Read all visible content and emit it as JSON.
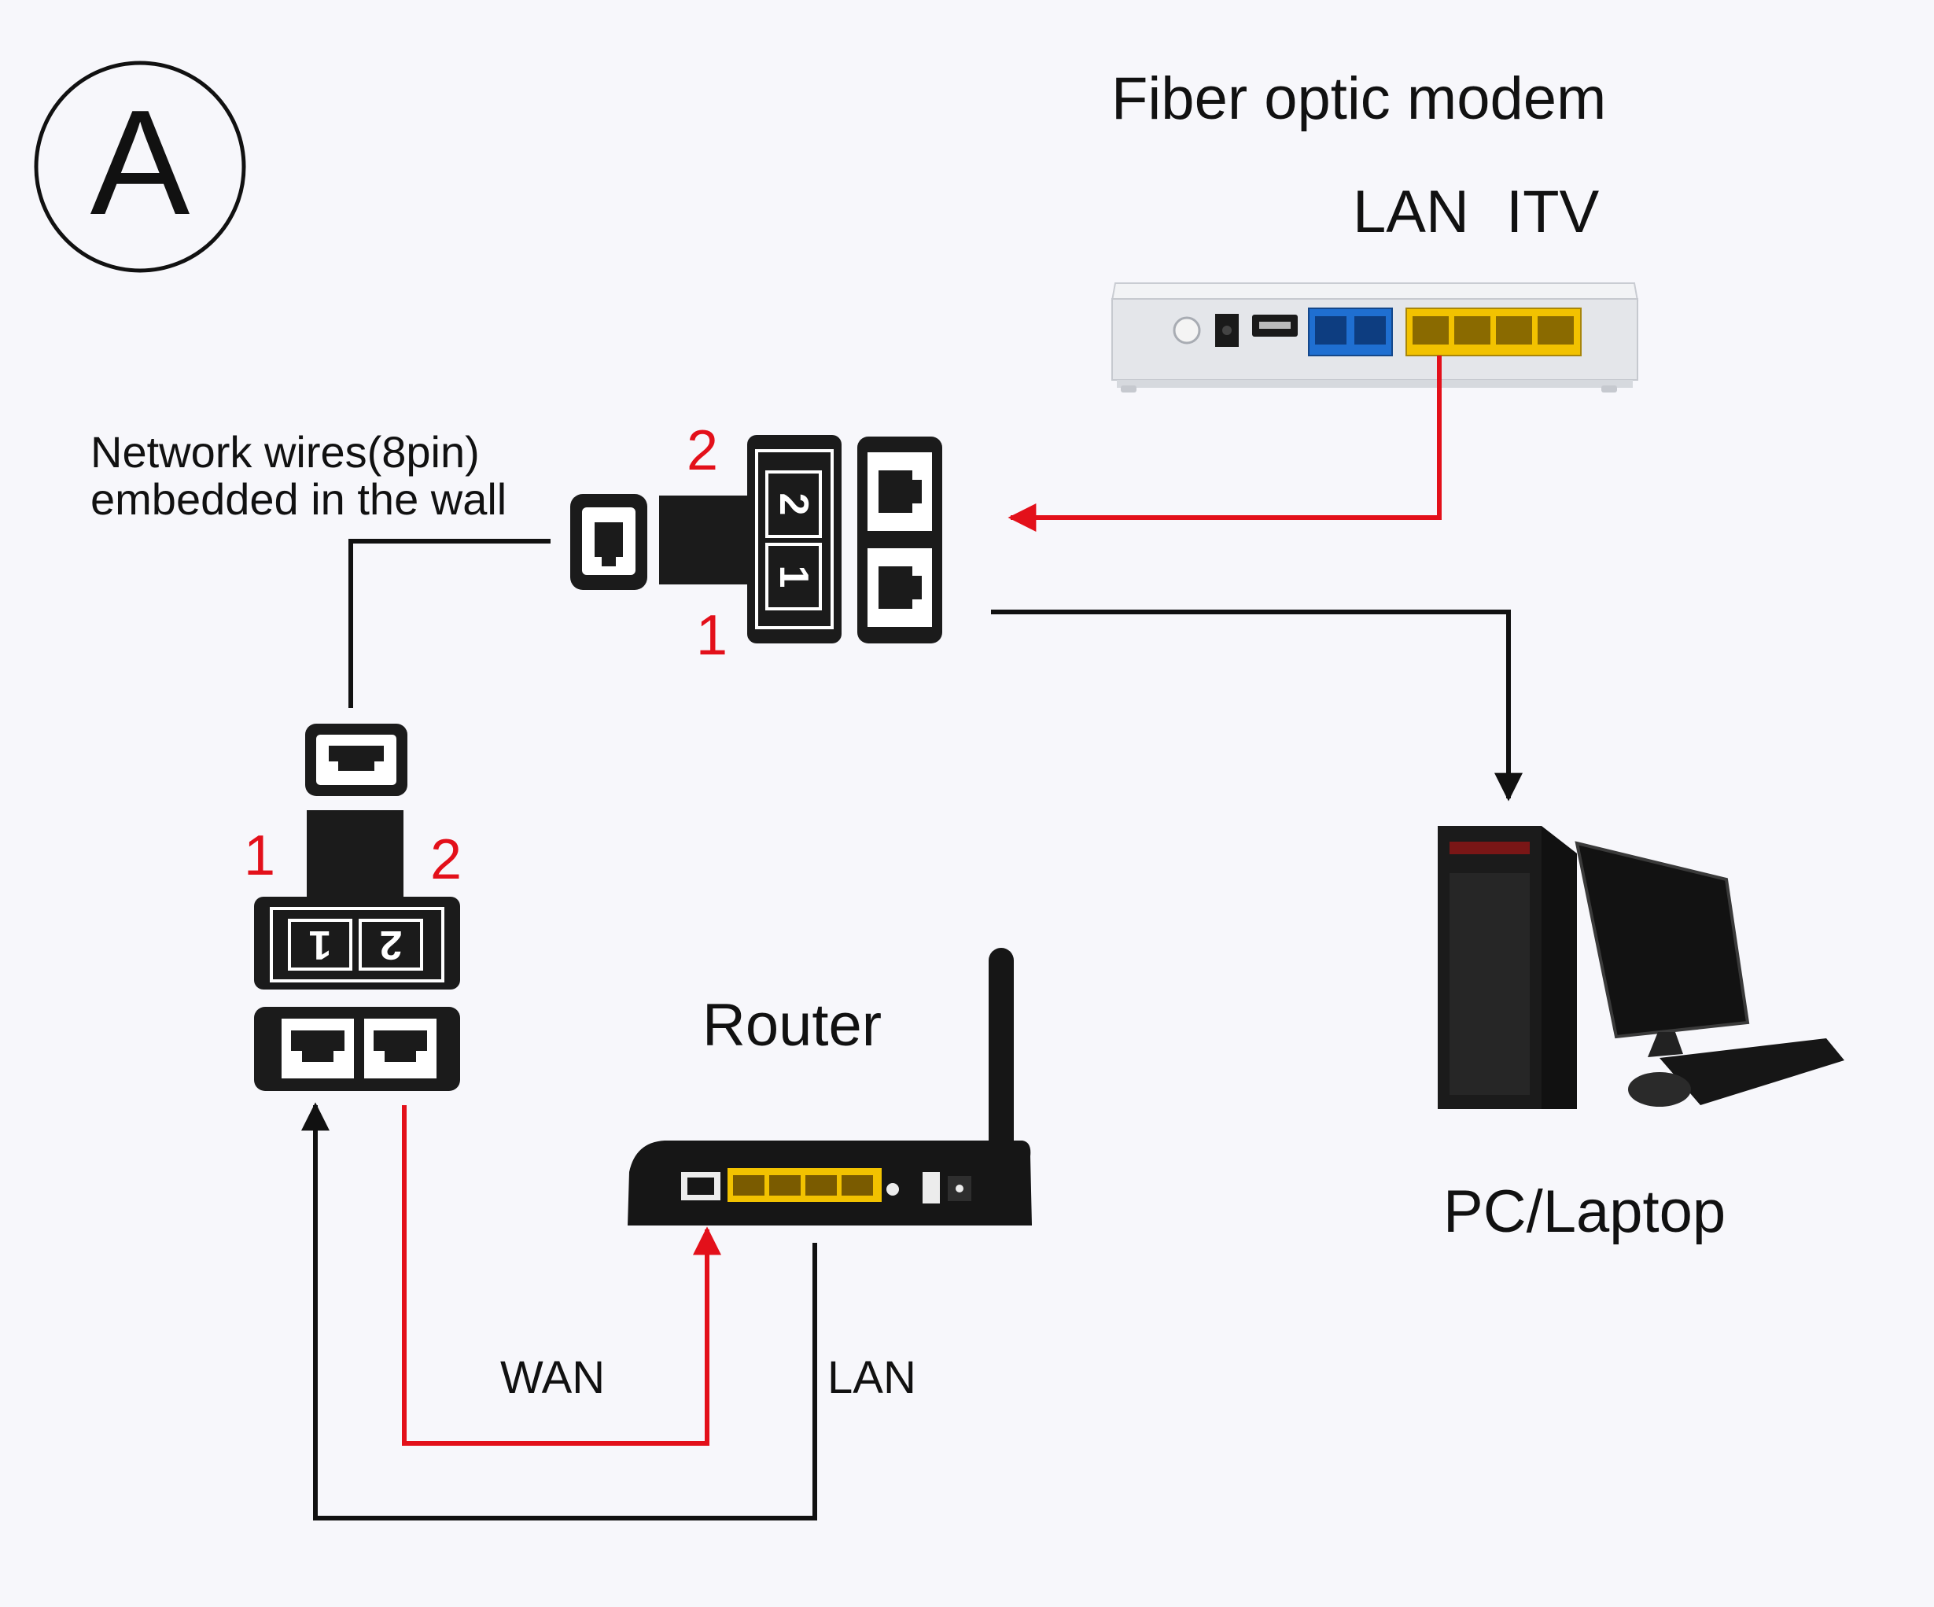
{
  "badge": {
    "letter": "A"
  },
  "labels": {
    "modem_title": "Fiber optic modem",
    "modem_port_lan": "LAN",
    "modem_port_itv": "ITV",
    "wall_note_line1": "Network wires(8pin)",
    "wall_note_line2": "embedded in the wall",
    "router_title": "Router",
    "pc_title": "PC/Laptop",
    "wan_label": "WAN",
    "lan_label": "LAN"
  },
  "splitter_top": {
    "port1_number": "1",
    "port2_number": "2",
    "inner_digit1": "1",
    "inner_digit2": "2"
  },
  "splitter_bottom": {
    "port1_number": "1",
    "port2_number": "2",
    "inner_digit1": "1",
    "inner_digit2": "2"
  },
  "colors": {
    "background": "#f7f7fb",
    "red_cable": "#e3101a",
    "black_cable": "#111111",
    "lan_port_yellow": "#f2c200",
    "phone_port_blue": "#1f6fd1",
    "modem_body": "#e4e6ea",
    "router_body": "#161616"
  }
}
